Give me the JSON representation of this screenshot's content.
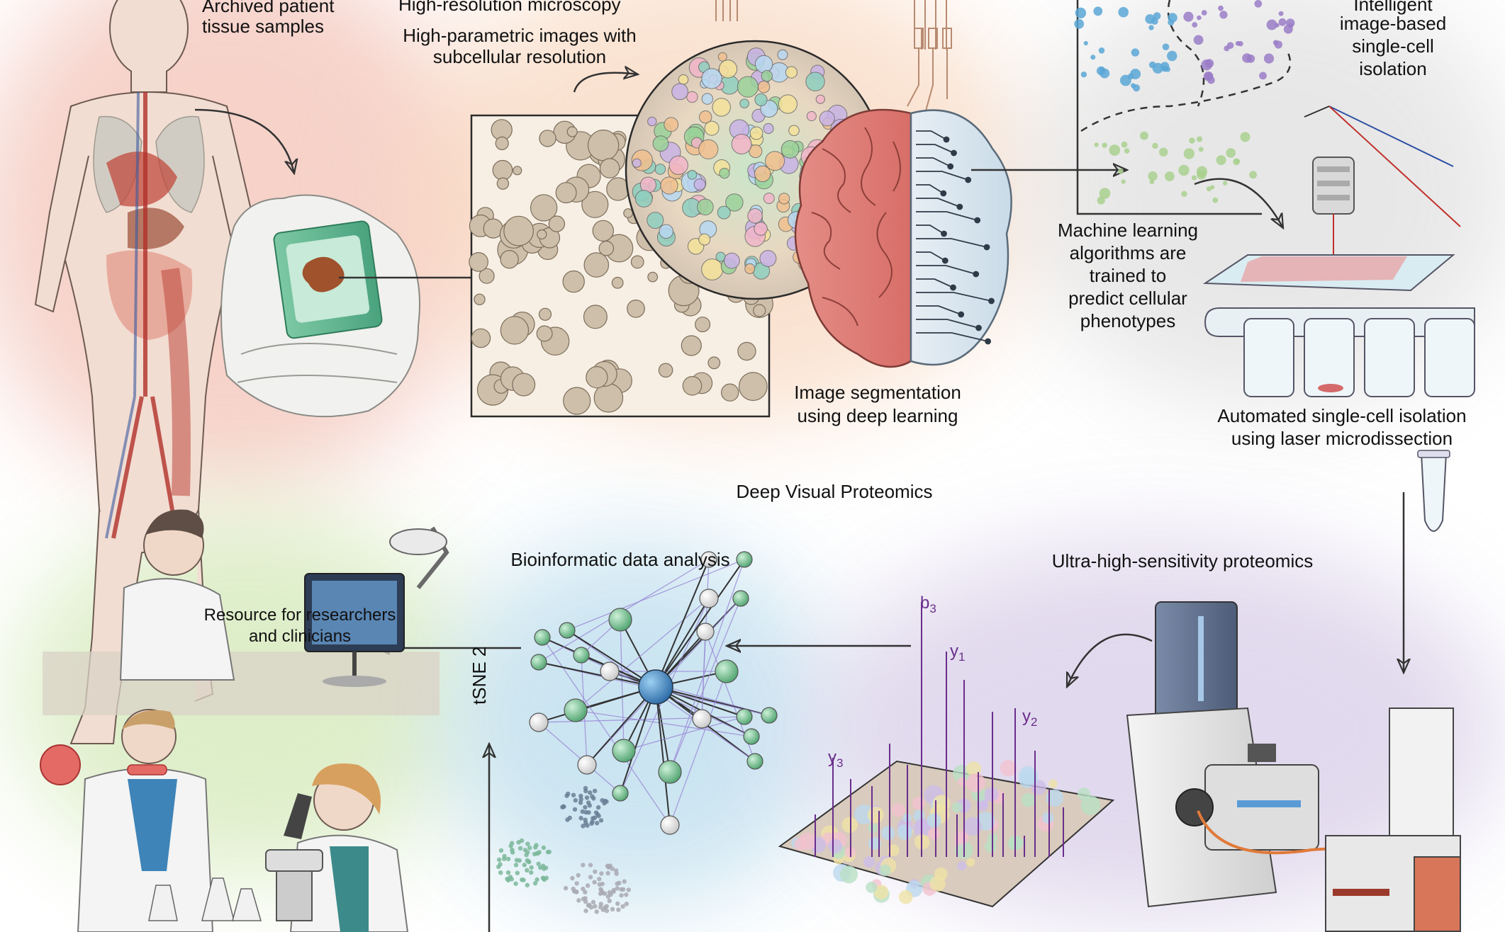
{
  "labels": {
    "archived_line1": "Archived patient",
    "archived_line2": "tissue samples",
    "microscopy": "High-resolution microscopy",
    "hp_images_line1": "High-parametric images with",
    "hp_images_line2": "subcellular resolution",
    "segmentation_line1": "Image segmentation",
    "segmentation_line2": "using deep learning",
    "ml_line1": "Machine learning",
    "ml_line2": "algorithms are",
    "ml_line3": "trained to",
    "ml_line4": "predict cellular",
    "ml_line5": "phenotypes",
    "intelligent_line1": "Intelligent",
    "intelligent_line2": "image-based",
    "intelligent_line3": "single-cell",
    "intelligent_line4": "isolation",
    "automated_line1": "Automated single-cell isolation",
    "automated_line2": "using laser microdissection",
    "center_title": "Deep Visual Proteomics",
    "bioinformatic": "Bioinformatic data analysis",
    "ultra": "Ultra-high-sensitivity proteomics",
    "resource_line1": "Resource for researchers",
    "resource_line2": "and clinicians",
    "tsne_axis": "tSNE 2"
  },
  "ions": {
    "b3": {
      "letter": "b",
      "sub": "3"
    },
    "y1": {
      "letter": "y",
      "sub": "1"
    },
    "y2": {
      "letter": "y",
      "sub": "2"
    },
    "y3": {
      "letter": "y",
      "sub": "3"
    }
  },
  "colors": {
    "bg_body": "#f2c6bd",
    "bg_micro": "#f7d9c2",
    "bg_ml": "#e6e6e6",
    "bg_resource": "#d9ecc2",
    "bg_bio": "#cde6f1",
    "bg_proteomics": "#ddd5ec",
    "network_main": "#3a7fb8",
    "network_green": "#6dbb8a",
    "spectrum": "#6a2e8c"
  }
}
